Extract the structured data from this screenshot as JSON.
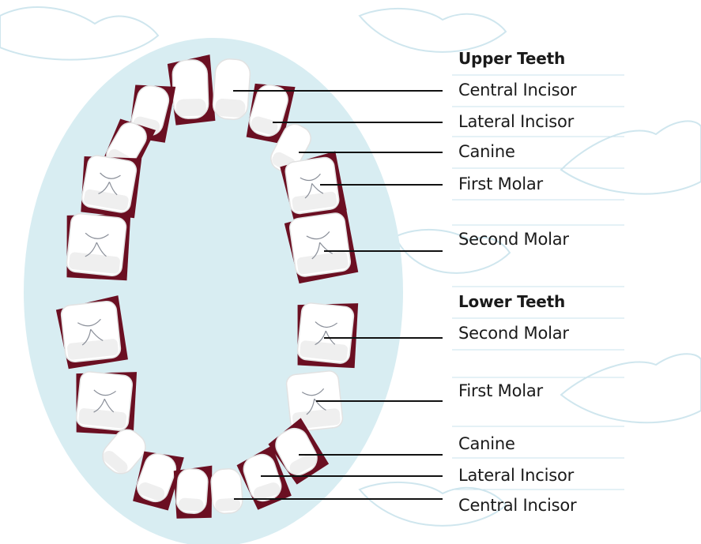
{
  "colors": {
    "arch": "#d8edf2",
    "lip_outline": "#cfe6ee",
    "gum": "#6b0f22",
    "tooth": "#ffffff",
    "tooth_shade": "#e2e2e2",
    "leader": "#111111",
    "separator": "#c9e3ec"
  },
  "sections": {
    "upper_heading": "Upper Teeth",
    "lower_heading": "Lower Teeth"
  },
  "upper_labels": {
    "central_incisor": "Central Incisor",
    "lateral_incisor": "Lateral Incisor",
    "canine": "Canine",
    "first_molar": "First Molar",
    "second_molar": "Second Molar"
  },
  "lower_labels": {
    "second_molar": "Second Molar",
    "first_molar": "First Molar",
    "canine": "Canine",
    "lateral_incisor": "Lateral Incisor",
    "central_incisor": "Central Incisor"
  }
}
